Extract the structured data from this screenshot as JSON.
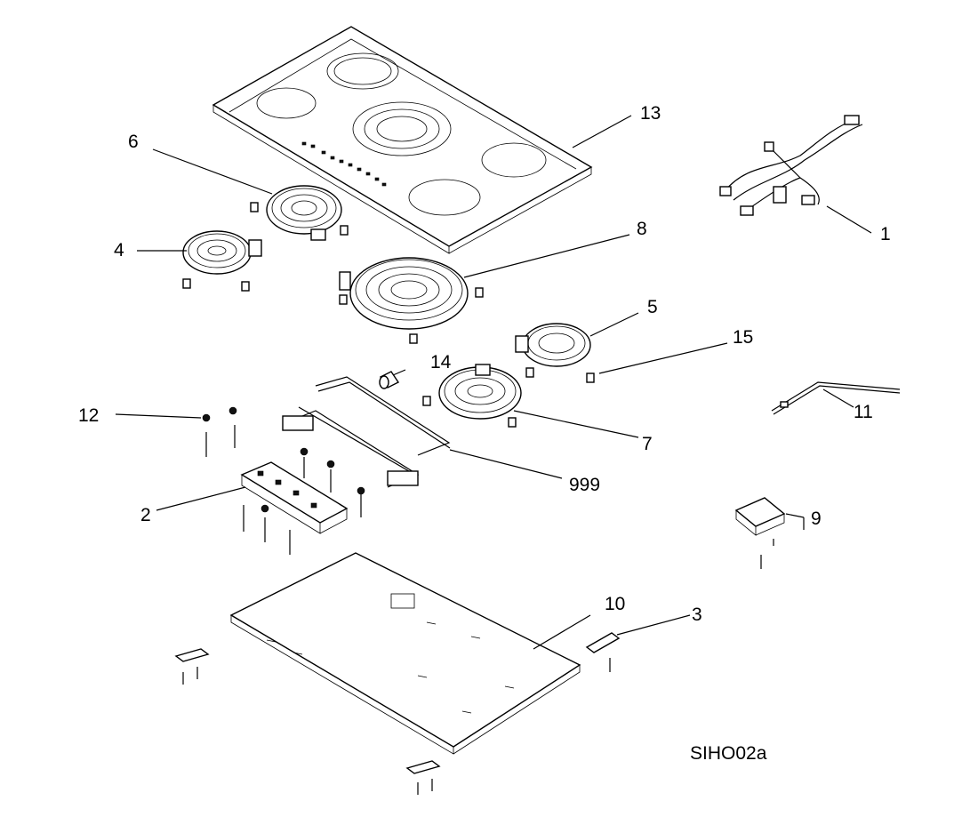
{
  "diagram": {
    "code": "SIHO02a",
    "callouts": [
      {
        "id": "c1",
        "label": "1"
      },
      {
        "id": "c2",
        "label": "2"
      },
      {
        "id": "c3",
        "label": "3"
      },
      {
        "id": "c4",
        "label": "4"
      },
      {
        "id": "c5",
        "label": "5"
      },
      {
        "id": "c6",
        "label": "6"
      },
      {
        "id": "c7",
        "label": "7"
      },
      {
        "id": "c8",
        "label": "8"
      },
      {
        "id": "c9",
        "label": "9"
      },
      {
        "id": "c10",
        "label": "10"
      },
      {
        "id": "c11",
        "label": "11"
      },
      {
        "id": "c12",
        "label": "12"
      },
      {
        "id": "c13",
        "label": "13"
      },
      {
        "id": "c14",
        "label": "14"
      },
      {
        "id": "c15",
        "label": "15"
      },
      {
        "id": "c999",
        "label": "999"
      }
    ]
  }
}
